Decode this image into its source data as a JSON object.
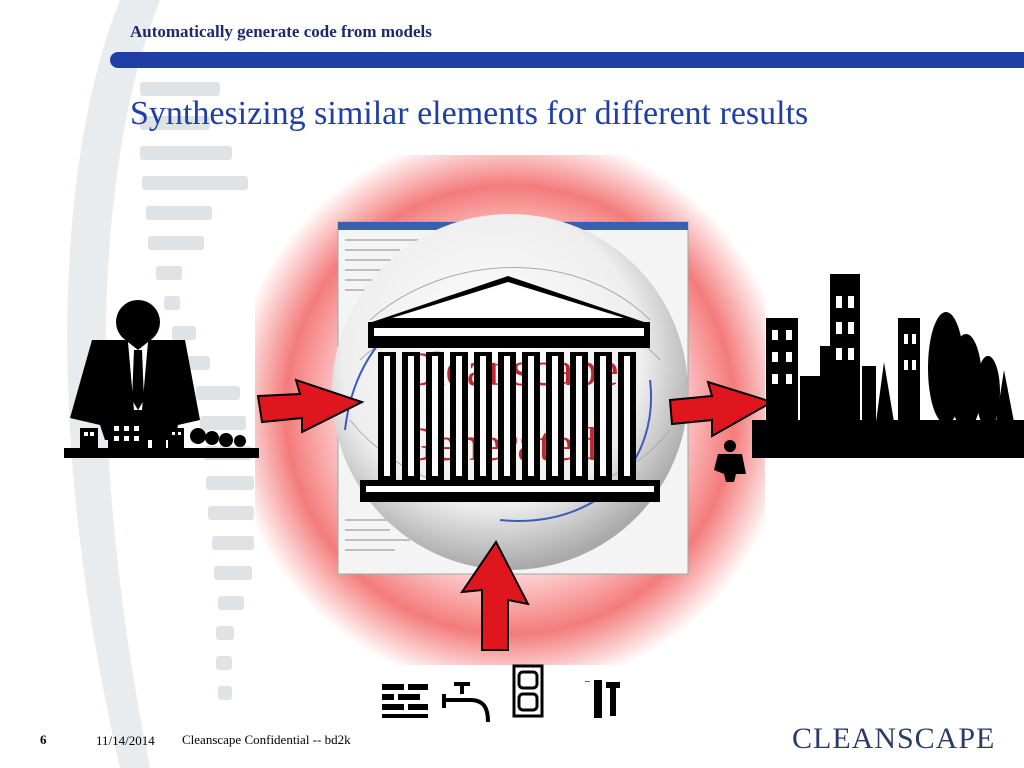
{
  "header": {
    "title": "Automatically generate code from models"
  },
  "slide": {
    "title": "Synthesizing similar elements for different results"
  },
  "graphic_text": {
    "line1": "Cleanscape",
    "line2": "Generated"
  },
  "footer": {
    "page_number": "6",
    "date": "11/14/2014",
    "confidential": "Cleanscape Confidential -- bd2k",
    "logo": "CLEANSCAPE"
  },
  "colors": {
    "primary_blue": "#1f3fa6",
    "arrow_red": "#e0161e",
    "deco_gray": "#dfe3e6"
  },
  "icons": [
    "businessman-icon",
    "skyline-icon",
    "pantheon-icon",
    "city-icon",
    "bricks-icon",
    "faucet-icon",
    "outlet-icon",
    "tools-icon"
  ]
}
